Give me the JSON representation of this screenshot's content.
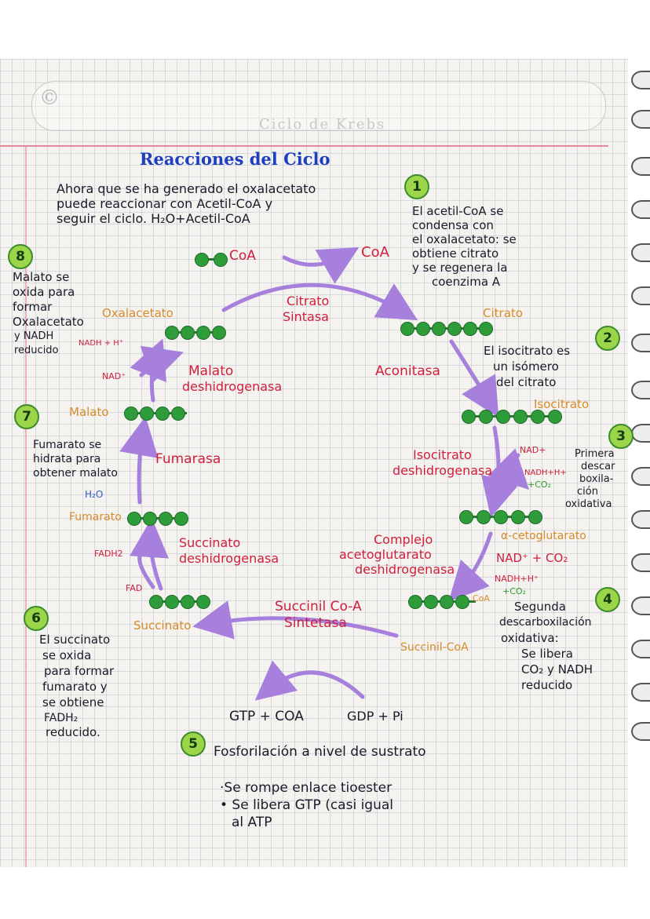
{
  "header": {
    "logo": "©",
    "strip_text": "Ciclo de Krebs"
  },
  "title": "Reacciones del Ciclo",
  "intro": [
    "Ahora que se ha generado el oxalacetato",
    "puede reaccionar con Acetil-CoA y",
    "seguir el ciclo. H₂O+Acetil-CoA"
  ],
  "acetyl_coa": {
    "chain": "CoA",
    "release": "CoA",
    "enzyme": [
      "Citrato",
      "Sintasa"
    ]
  },
  "steps": [
    {
      "num": "1",
      "text": [
        "El acetil-CoA se",
        "condensa con",
        "el oxalacetato: se",
        "obtiene citrato",
        "y se regenera la",
        "coenzima A"
      ]
    },
    {
      "num": "2",
      "text": [
        "El isocitrato es",
        "un isómero",
        "del citrato"
      ]
    },
    {
      "num": "3",
      "text": [
        "Primera",
        "descar",
        "boxila-",
        "ción",
        "oxidativa"
      ]
    },
    {
      "num": "4",
      "text": [
        "Segunda",
        "descarboxilación",
        "oxidativa:",
        "Se libera",
        "CO₂ y NADH",
        "reducido"
      ]
    },
    {
      "num": "5",
      "text": "Fosforilación a nivel de sustrato",
      "bullets": [
        "·Se rompe enlace tioester",
        "• Se libera GTP (casi igual",
        "al ATP"
      ]
    },
    {
      "num": "6",
      "text": [
        "El succinato",
        "se oxida",
        "para formar",
        "fumarato y",
        "se obtiene",
        "FADH₂",
        "reducido."
      ]
    },
    {
      "num": "7",
      "text": [
        "Fumarato se",
        "hidrata para",
        "obtener malato"
      ]
    },
    {
      "num": "8",
      "text": [
        "Malato se",
        "oxida para",
        "formar",
        "Oxalacetato",
        "y NADH",
        "reducido"
      ]
    }
  ],
  "metabolites": {
    "citrato": "Citrato",
    "isocitrato": "Isocitrato",
    "alfa": "α-cetoglutarato",
    "succinil": "Succinil-CoA",
    "succinato": "Succinato",
    "fumarato": "Fumarato",
    "malato": "Malato",
    "oxalacetato": "Oxalacetato"
  },
  "enzymes": {
    "aconitasa": "Aconitasa",
    "isocitrato_dh": [
      "Isocitrato",
      "deshidrogenasa"
    ],
    "complejo": [
      "Complejo",
      "acetoglutarato",
      "deshidrogenasa"
    ],
    "succinil_sint": [
      "Succinil Co-A",
      "Sintetasa"
    ],
    "succinato_dh": [
      "Succinato",
      "deshidrogenasa"
    ],
    "fumarasa": "Fumarasa",
    "malato_dh": [
      "Malato",
      "deshidrogenasa"
    ]
  },
  "cofactors": {
    "nad_3": "NAD+",
    "nadh_3": "NADH+H+",
    "co2_3": "+CO₂",
    "nad_4": "NAD⁺ + CO₂",
    "nadh_4": "NADH+H⁺",
    "co2_4": "+CO₂",
    "gtp": "GTP + COA",
    "gdp": "GDP + Pi",
    "fad": "FAD",
    "fadh2": "FADH2",
    "h2o": "H₂O",
    "nad_8": "NAD⁺",
    "nadh_8": "NADH + H⁺",
    "coa_succ": "CoA"
  },
  "colors": {
    "enzyme": "#d01f3c",
    "metabolite": "#d98a2a",
    "arrow": "#a77fdc",
    "title": "#1d3fbf",
    "chain": "#2f9c3a",
    "badge": "#9bd64a"
  }
}
